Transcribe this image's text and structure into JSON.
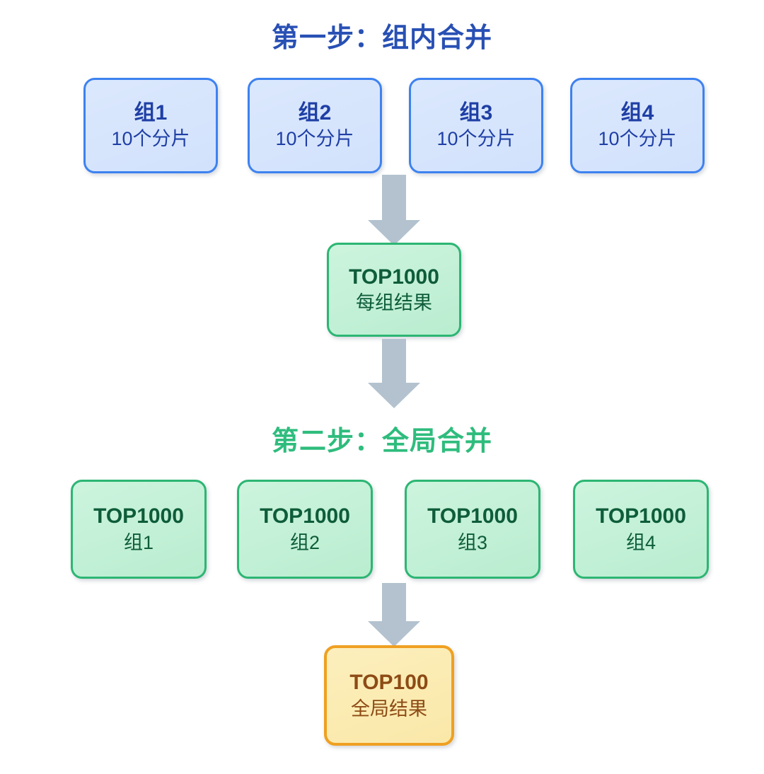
{
  "diagram": {
    "title_step1": "第一步：组内合并",
    "title_step2": "第二步：全局合并",
    "colors": {
      "step1_title": "#2850b4",
      "step2_title": "#2ebc7d",
      "blue_border": "#3d82f0",
      "blue_fill": "#dbe8fd",
      "blue_text": "#1f3fa5",
      "green_border": "#2cb673",
      "green_fill": "#cdf4de",
      "green_text": "#0e5c3a",
      "yellow_border": "#efa021",
      "yellow_fill": "#fcefbd",
      "yellow_text": "#8d4b15",
      "arrow": "#b3c2ce"
    },
    "row1": [
      {
        "title": "组1",
        "sub": "10个分片"
      },
      {
        "title": "组2",
        "sub": "10个分片"
      },
      {
        "title": "组3",
        "sub": "10个分片"
      },
      {
        "title": "组4",
        "sub": "10个分片"
      }
    ],
    "mid": {
      "title": "TOP1000",
      "sub": "每组结果"
    },
    "row2": [
      {
        "title": "TOP1000",
        "sub": "组1"
      },
      {
        "title": "TOP1000",
        "sub": "组2"
      },
      {
        "title": "TOP1000",
        "sub": "组3"
      },
      {
        "title": "TOP1000",
        "sub": "组4"
      }
    ],
    "final": {
      "title": "TOP100",
      "sub": "全局结果"
    },
    "arrows": [
      {
        "name": "arrow-row1-to-mid",
        "direction": "down"
      },
      {
        "name": "arrow-mid-to-step2",
        "direction": "down"
      },
      {
        "name": "arrow-row2-to-final",
        "direction": "down"
      }
    ]
  }
}
